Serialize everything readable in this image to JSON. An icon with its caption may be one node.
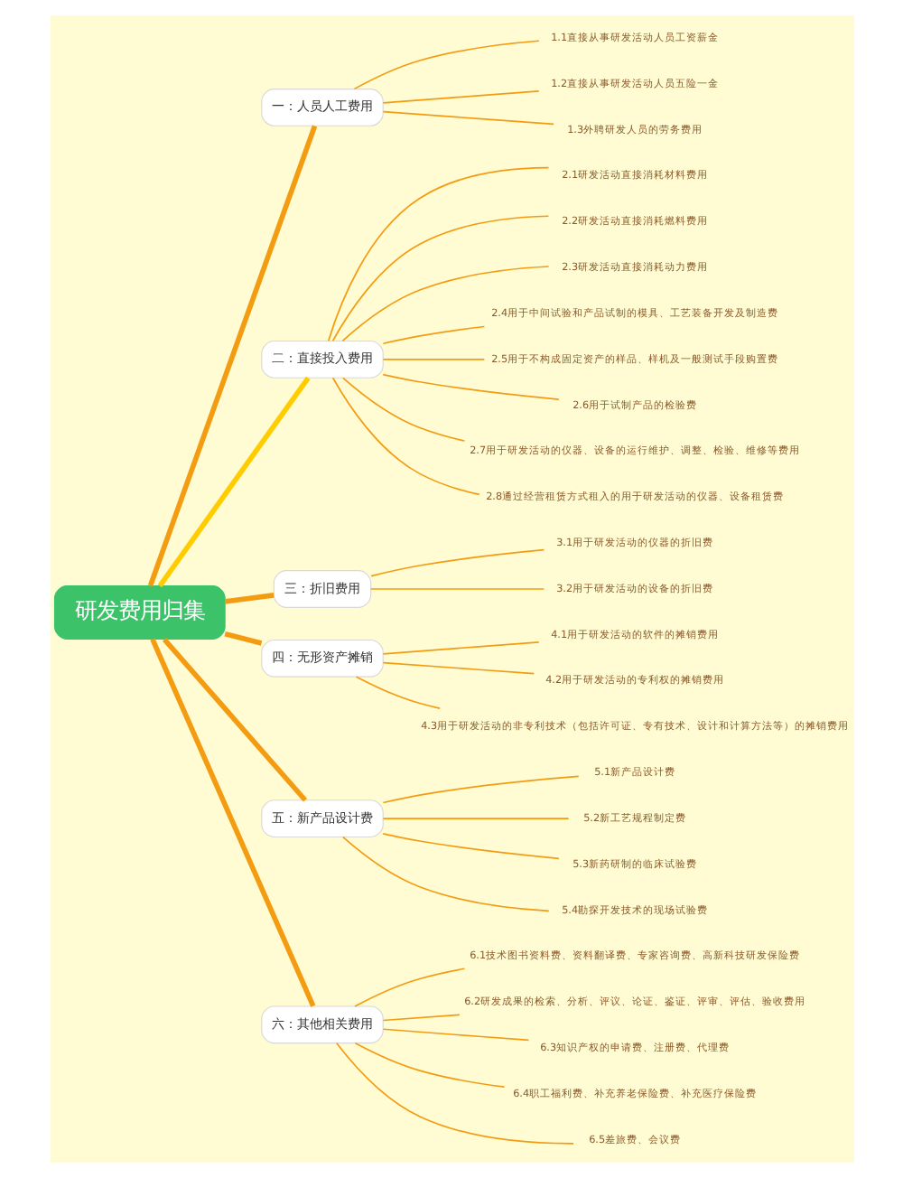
{
  "diagram": {
    "nodes": [
      {
        "text": [
          "研发费用归集"
        ]
      },
      {
        "text": [
          "一：人员人工费用"
        ]
      },
      {
        "text": [
          "1.1直接从事研发活动人员工资薪金"
        ]
      },
      {
        "text": [
          "1.2直接从事研发活动人员五险一金"
        ]
      },
      {
        "text": [
          "1.3外聘研发人员的劳务费用"
        ]
      },
      {
        "text": [
          "二：直接投入费用"
        ]
      },
      {
        "text": [
          "2.1研发活动直接消耗材料费用"
        ]
      },
      {
        "text": [
          "2.2研发活动直接消耗燃料费用"
        ]
      },
      {
        "text": [
          "2.3研发活动直接消耗动力费用"
        ]
      },
      {
        "text": [
          "2.4用于中间试验和产品试制的模具、工艺装备开发及制造费"
        ]
      },
      {
        "text": [
          "2.5用于不构成固定资产的样品、样机及一般测试手段购置费"
        ]
      },
      {
        "text": [
          "2.6用于试制产品的检验费"
        ]
      },
      {
        "text": [
          "2.7用于研发活动的仪器、设备的运行维护、调整、检验、维修等费用"
        ]
      },
      {
        "text": [
          "2.8通过经营租赁方式租入的用于研发活动的仪器、设备租赁费"
        ]
      },
      {
        "text": [
          "三：折旧费用"
        ]
      },
      {
        "text": [
          "3.1用于研发活动的仪器的折旧费"
        ]
      },
      {
        "text": [
          "3.2用于研发活动的设备的折旧费"
        ]
      },
      {
        "text": [
          "四：无形资产摊销"
        ]
      },
      {
        "text": [
          "4.1用于研发活动的软件的摊销费用"
        ]
      },
      {
        "text": [
          "4.2用于研发活动的专利权的摊销费用"
        ]
      },
      {
        "text": [
          "4.3用于研发活动的非专利技术（包括许可证、专有技术、设计和计算方法等）的摊销费用"
        ]
      },
      {
        "text": [
          "五：新产品设计费"
        ]
      },
      {
        "text": [
          "5.1新产品设计费"
        ]
      },
      {
        "text": [
          "5.2新工艺规程制定费"
        ]
      },
      {
        "text": [
          "5.3新药研制的临床试验费"
        ]
      },
      {
        "text": [
          "5.4勘探开发技术的现场试验费"
        ]
      },
      {
        "text": [
          "六：其他相关费用"
        ]
      },
      {
        "text": [
          "6.1技术图书资料费、资料翻译费、专家咨询费、高新科技研发保险费"
        ]
      },
      {
        "text": [
          "6.2研发成果的检索、分析、评议、论证、鉴证、评审、评估、验收费用"
        ]
      },
      {
        "text": [
          "6.3知识产权的申请费、注册费、代理费"
        ]
      },
      {
        "text": [
          "6.4职工福利费、补充养老保险费、补充医疗保险费"
        ]
      },
      {
        "text": [
          "6.5差旅费、会议费"
        ]
      }
    ],
    "edges": [
      {
        "from": 0,
        "to": 1,
        "arrow": "none",
        "style": "thick"
      },
      {
        "from": 1,
        "to": 2,
        "arrow": "none"
      },
      {
        "from": 1,
        "to": 3,
        "arrow": "none"
      },
      {
        "from": 1,
        "to": 4,
        "arrow": "none"
      },
      {
        "from": 0,
        "to": 5,
        "arrow": "none",
        "style": "thick",
        "color": "#ffcc00"
      },
      {
        "from": 5,
        "to": 6,
        "arrow": "none"
      },
      {
        "from": 5,
        "to": 7,
        "arrow": "none"
      },
      {
        "from": 5,
        "to": 8,
        "arrow": "none"
      },
      {
        "from": 5,
        "to": 9,
        "arrow": "none"
      },
      {
        "from": 5,
        "to": 10,
        "arrow": "none"
      },
      {
        "from": 5,
        "to": 11,
        "arrow": "none"
      },
      {
        "from": 5,
        "to": 12,
        "arrow": "none"
      },
      {
        "from": 5,
        "to": 13,
        "arrow": "none"
      },
      {
        "from": 0,
        "to": 14,
        "arrow": "none",
        "style": "thick"
      },
      {
        "from": 14,
        "to": 15,
        "arrow": "none"
      },
      {
        "from": 14,
        "to": 16,
        "arrow": "none"
      },
      {
        "from": 0,
        "to": 17,
        "arrow": "none",
        "style": "thick"
      },
      {
        "from": 17,
        "to": 18,
        "arrow": "none"
      },
      {
        "from": 17,
        "to": 19,
        "arrow": "none"
      },
      {
        "from": 17,
        "to": 20,
        "arrow": "none"
      },
      {
        "from": 0,
        "to": 21,
        "arrow": "none",
        "style": "thick"
      },
      {
        "from": 21,
        "to": 22,
        "arrow": "none"
      },
      {
        "from": 21,
        "to": 23,
        "arrow": "none"
      },
      {
        "from": 21,
        "to": 24,
        "arrow": "none"
      },
      {
        "from": 21,
        "to": 25,
        "arrow": "none"
      },
      {
        "from": 0,
        "to": 26,
        "arrow": "none",
        "style": "thick"
      },
      {
        "from": 26,
        "to": 27,
        "arrow": "none"
      },
      {
        "from": 26,
        "to": 28,
        "arrow": "none"
      },
      {
        "from": 26,
        "to": 29,
        "arrow": "none"
      },
      {
        "from": 26,
        "to": 30,
        "arrow": "none"
      },
      {
        "from": 26,
        "to": 31,
        "arrow": "none"
      }
    ]
  }
}
